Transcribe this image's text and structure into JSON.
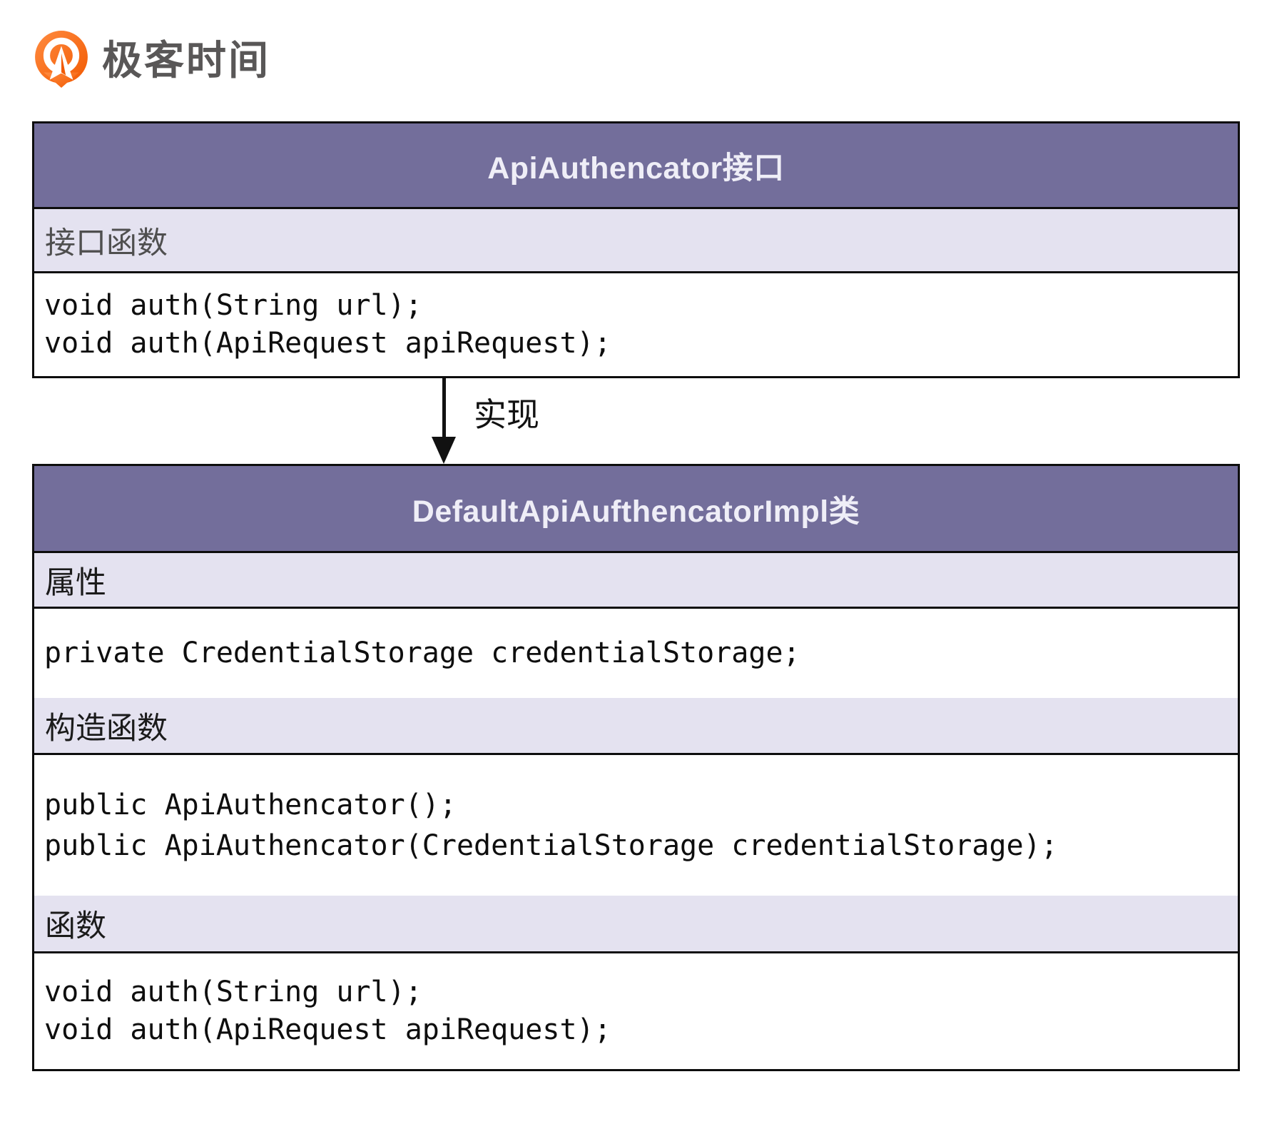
{
  "logo": {
    "brand_text": "极客时间",
    "icon": "geektime-pin-icon",
    "icon_color": "#F96B0B",
    "text_color": "#595757"
  },
  "colors": {
    "box_header_bg": "#736E9B",
    "box_header_text": "#EFEEF7",
    "section_row_bg": "#E4E2F0",
    "code_row_bg": "#FFFFFF",
    "border": "#0D0D0D",
    "arrow": "#111111"
  },
  "interface_box": {
    "title": "ApiAuthencator接口",
    "sections": [
      {
        "label": "接口函数",
        "code": [
          "void auth(String url);",
          "void auth(ApiRequest apiRequest);"
        ]
      }
    ]
  },
  "relation": {
    "label": "实现",
    "direction": "down"
  },
  "class_box": {
    "title": "DefaultApiAufthencatorImpl类",
    "sections": [
      {
        "label": "属性",
        "code": [
          "private CredentialStorage credentialStorage;"
        ]
      },
      {
        "label": "构造函数",
        "code": [
          "public ApiAuthencator();",
          "public ApiAuthencator(CredentialStorage credentialStorage);"
        ]
      },
      {
        "label": "函数",
        "code": [
          "void auth(String url);",
          "void auth(ApiRequest apiRequest);"
        ]
      }
    ]
  }
}
